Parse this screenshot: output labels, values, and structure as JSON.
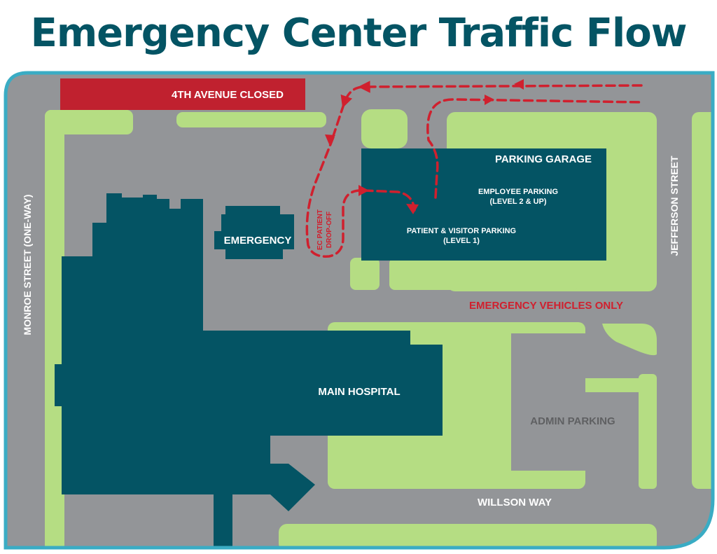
{
  "title": "Emergency Center Traffic Flow",
  "labels": {
    "avenue_closed": "4TH AVENUE CLOSED",
    "parking_garage": "PARKING GARAGE",
    "employee_parking": "EMPLOYEE PARKING",
    "employee_parking_level": "(LEVEL 2 & UP)",
    "patient_parking": "PATIENT & VISITOR PARKING",
    "patient_parking_level": "(LEVEL 1)",
    "emergency": "EMERGENCY",
    "drop_off_1": "EC PATIENT",
    "drop_off_2": "DROP-OFF",
    "emergency_vehicles": "EMERGENCY VEHICLES ONLY",
    "main_hospital": "MAIN HOSPITAL",
    "admin_parking": "ADMIN PARKING",
    "willson_way": "WILLSON WAY",
    "monroe_street": "MONROE STREET (ONE-WAY)",
    "jefferson_street": "JEFFERSON STREET"
  },
  "colors": {
    "road": "#939598",
    "grass": "#b5dd83",
    "building": "#045464",
    "closed": "#c0212f",
    "route": "#d0202e",
    "frame": "#3aacc4",
    "title": "#045464"
  }
}
